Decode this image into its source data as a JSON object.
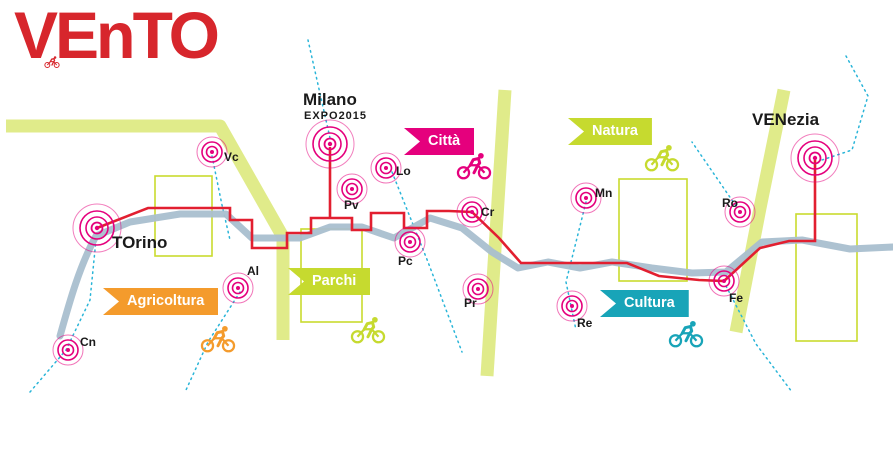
{
  "logo": {
    "ve": "VE",
    "n": "n",
    "to": "TO"
  },
  "cities": {
    "torino": "TOrino",
    "milano": "Milano",
    "milano_sub": "EXPO2015",
    "venezia": "VENezia",
    "stops": [
      "Vc",
      "Cn",
      "Al",
      "Pv",
      "Lo",
      "Pc",
      "Cr",
      "Pr",
      "Re",
      "Mn",
      "Ro",
      "Fe"
    ]
  },
  "banners": [
    {
      "label": "Agricoltura",
      "color": "#f49b2c"
    },
    {
      "label": "Parchi",
      "color": "#c6da2f"
    },
    {
      "label": "Città",
      "color": "#e5007d"
    },
    {
      "label": "Natura",
      "color": "#c6da2f"
    },
    {
      "label": "Cultura",
      "color": "#18a4b8"
    }
  ],
  "colors": {
    "logo_red": "#d7262c",
    "route_red": "#e21f30",
    "river_blue": "#a9bfcf",
    "greenway_green": "#dde97d",
    "park_outline_green": "#cadb2e",
    "dotted_cyan": "#2ab5d8",
    "marker_magenta": "#e5007d"
  }
}
